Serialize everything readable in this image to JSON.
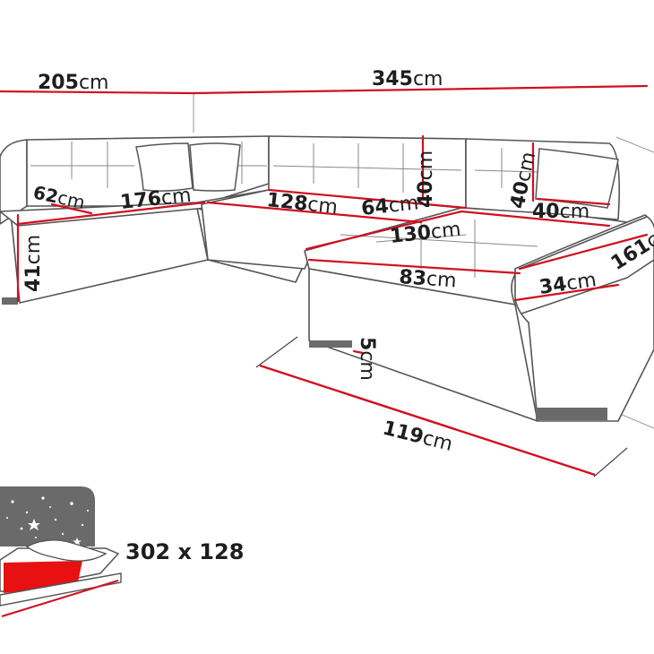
{
  "dimensions": {
    "d205": {
      "value": "205",
      "unit": "cm"
    },
    "d345": {
      "value": "345",
      "unit": "cm"
    },
    "d62": {
      "value": "62",
      "unit": "cm"
    },
    "d176": {
      "value": "176",
      "unit": "cm"
    },
    "d128": {
      "value": "128",
      "unit": "cm"
    },
    "d64": {
      "value": "64",
      "unit": "cm"
    },
    "d40a": {
      "value": "40",
      "unit": "cm"
    },
    "d40b": {
      "value": "40",
      "unit": "cm"
    },
    "d40c": {
      "value": "40",
      "unit": "cm"
    },
    "d41": {
      "value": "41",
      "unit": "cm"
    },
    "d130": {
      "value": "130",
      "unit": "cm"
    },
    "d83": {
      "value": "83",
      "unit": "cm"
    },
    "d34": {
      "value": "34",
      "unit": "cm"
    },
    "d161": {
      "value": "161",
      "unit": "cm"
    },
    "d5": {
      "value": "5",
      "unit": "cm"
    },
    "d119": {
      "value": "119",
      "unit": "cm"
    }
  },
  "bed": {
    "size": "302 x 128"
  },
  "colors": {
    "line": "#555555",
    "dim": "#d01020",
    "bed": "#e81010",
    "night": "#6a6a6a"
  }
}
